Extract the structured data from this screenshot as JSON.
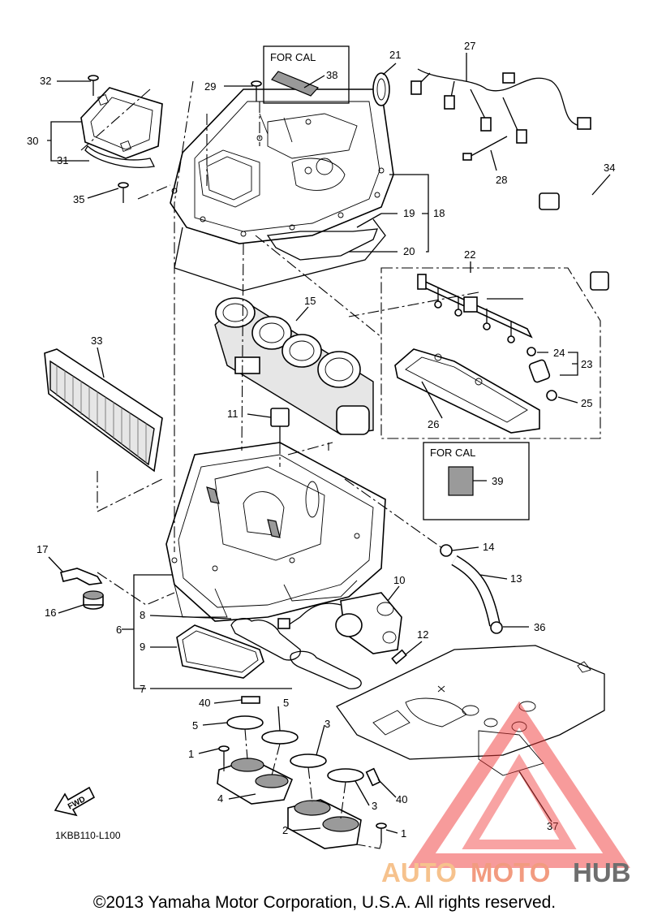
{
  "labels": {
    "n1a": "1",
    "n1b": "1",
    "n2": "2",
    "n3a": "3",
    "n3b": "3",
    "n4": "4",
    "n5a": "5",
    "n5b": "5",
    "n6": "6",
    "n7": "7",
    "n8": "8",
    "n9": "9",
    "n10": "10",
    "n11": "11",
    "n12": "12",
    "n13": "13",
    "n14": "14",
    "n15": "15",
    "n16": "16",
    "n17": "17",
    "n18": "18",
    "n19": "19",
    "n20": "20",
    "n21": "21",
    "n22": "22",
    "n23": "23",
    "n24": "24",
    "n25": "25",
    "n26": "26",
    "n27": "27",
    "n28": "28",
    "n29": "29",
    "n30": "30",
    "n31": "31",
    "n32": "32",
    "n33": "33",
    "n34": "34",
    "n35": "35",
    "n36": "36",
    "n37": "37",
    "n38": "38",
    "n39": "39",
    "n40a": "40",
    "n40b": "40"
  },
  "callouts": {
    "for_cal_top": "FOR CAL",
    "for_cal_mid": "FOR CAL"
  },
  "fwd_arrow": "FWD",
  "diagram_code": "1KBB110-L100",
  "copyright": "©2013 Yamaha Motor Corporation, U.S.A. All rights reserved.",
  "watermark": {
    "auto": "AUTO",
    "moto": "MOTO",
    "hub": "HUB",
    "colors": {
      "auto": "#f5b87a",
      "moto": "#f08a6a",
      "hub": "#555555",
      "triangle": "#ee3a3a"
    }
  },
  "icons": [
    "fwd-arrow-icon",
    "watermark-logo-icon"
  ]
}
